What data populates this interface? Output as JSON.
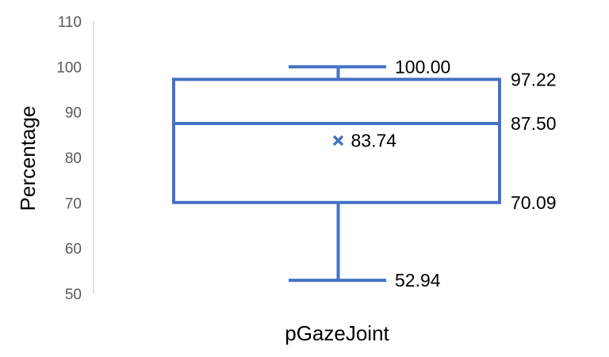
{
  "chart_data": {
    "type": "box",
    "title": "",
    "xlabel": "pGazeJoint",
    "ylabel": "Percentage",
    "ylim": [
      50,
      110
    ],
    "yticks": [
      50,
      60,
      70,
      80,
      90,
      100,
      110
    ],
    "grid": false,
    "series": [
      {
        "category": "pGazeJoint",
        "min": 52.94,
        "q1": 70.09,
        "median": 87.5,
        "mean": 83.74,
        "q3": 97.22,
        "max": 100.0
      }
    ],
    "labels": {
      "max": "100.00",
      "q3": "97.22",
      "median": "87.50",
      "mean": "83.74",
      "q1": "70.09",
      "min": "52.94"
    },
    "colors": {
      "box": "#4472c4",
      "axis": "#d9d9d9",
      "tick_text": "#595959"
    }
  }
}
